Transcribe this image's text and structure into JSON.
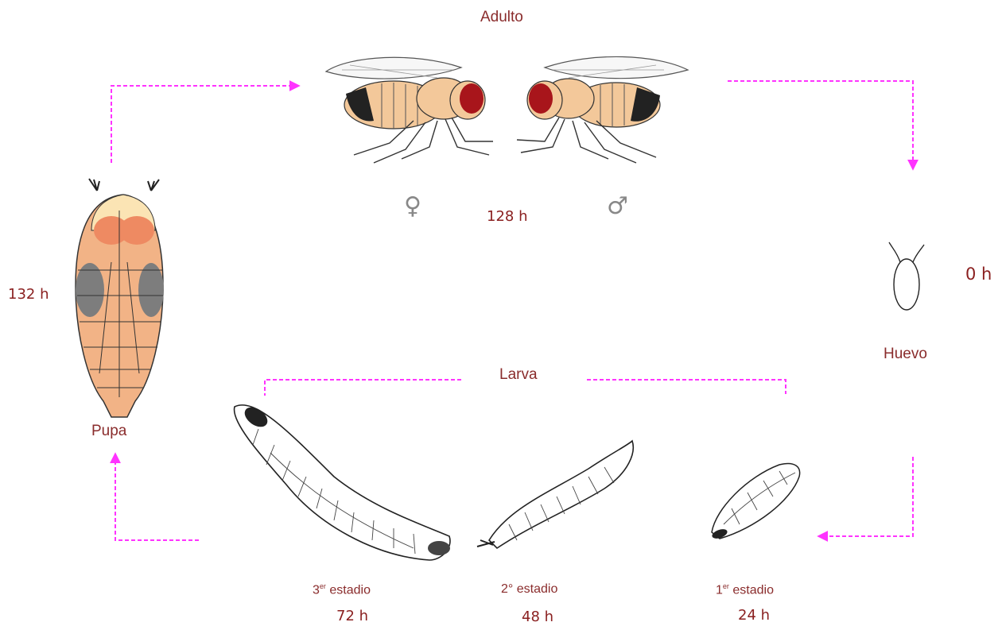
{
  "labels": {
    "adult": "Adulto",
    "egg": "Huevo",
    "larva": "Larva",
    "pupa": "Pupa"
  },
  "sex_symbols": {
    "female": "♀",
    "male": "♂"
  },
  "times": {
    "adult": "128 h",
    "egg": "0 h",
    "pupa": "132 h",
    "larva1": "24 h",
    "larva2": "48 h",
    "larva3": "72 h"
  },
  "stages": {
    "larva1": {
      "num": "1",
      "sup": "er",
      "text": " estadio"
    },
    "larva2": {
      "num": "2°",
      "sup": "",
      "text": " estadio"
    },
    "larva3": {
      "num": "3",
      "sup": "er",
      "text": " estadio"
    }
  },
  "colors": {
    "arrow": "#ff33ff",
    "label": "#8a2c2c",
    "fly_body": "#f3c89a",
    "fly_eye": "#a8151b",
    "pupa_body": "#f2b386",
    "pupa_patch": "#7d7d7d"
  }
}
